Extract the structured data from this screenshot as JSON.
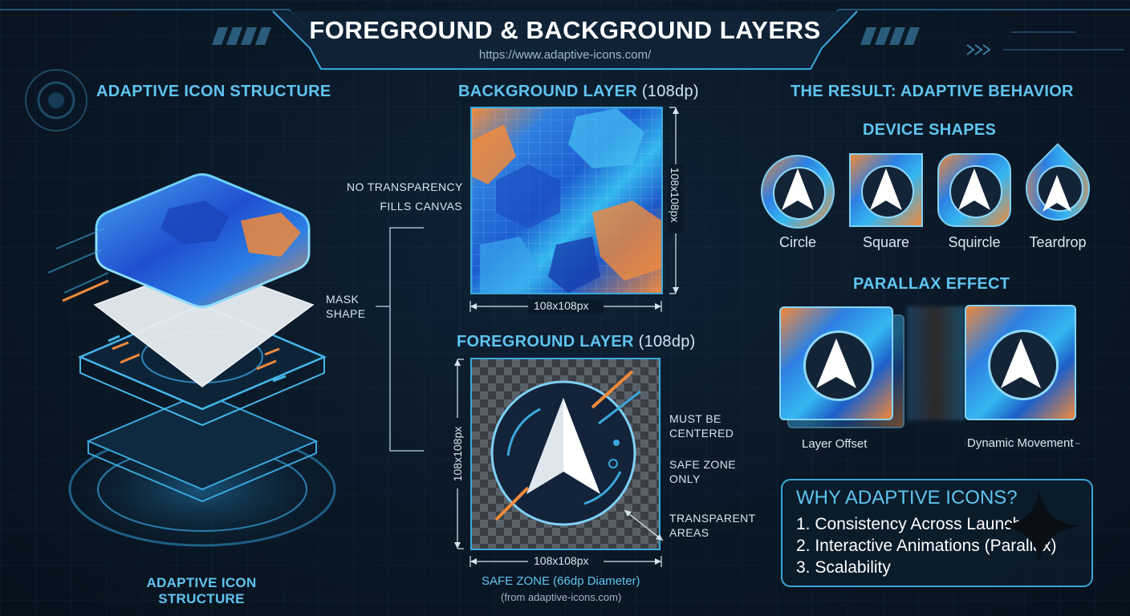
{
  "header": {
    "title": "FOREGROUND & BACKGROUND LAYERS",
    "url": "https://www.adaptive-icons.com/"
  },
  "left_panel": {
    "heading": "ADAPTIVE ICON STRUCTURE",
    "caption_line1": "ADAPTIVE ICON",
    "caption_line2": "STRUCTURE"
  },
  "middle_panel": {
    "background_layer": {
      "heading": "BACKGROUND LAYER",
      "heading_suffix": "(108dp)",
      "note_line1": "NO TRANSPARENCY",
      "note_line2": "FILLS CANVAS",
      "width_dim": "108x108px",
      "height_dim": "108x108px"
    },
    "mask_label_line1": "MASK",
    "mask_label_line2": "SHAPE",
    "foreground_layer": {
      "heading": "FOREGROUND LAYER",
      "heading_suffix": "(108dp)",
      "note_centered_line1": "MUST BE",
      "note_centered_line2": "CENTERED",
      "note_safe_line1": "SAFE ZONE",
      "note_safe_line2": "ONLY",
      "note_transparent_line1": "TRANSPARENT",
      "note_transparent_line2": "AREAS",
      "width_dim": "108x108px",
      "height_dim": "108x108px",
      "caption": "SAFE ZONE (66dp Diameter)",
      "source": "(from adaptive-icons.com)"
    }
  },
  "right_panel": {
    "heading": "THE RESULT: ADAPTIVE BEHAVIOR",
    "device_shapes": {
      "heading": "DEVICE SHAPES",
      "items": [
        {
          "label": "Circle",
          "shape": "circle"
        },
        {
          "label": "Square",
          "shape": "square"
        },
        {
          "label": "Squircle",
          "shape": "squircle"
        },
        {
          "label": "Teardrop",
          "shape": "teardrop"
        }
      ]
    },
    "parallax": {
      "heading": "PARALLAX EFFECT",
      "layer_offset_label": "Layer Offset",
      "dynamic_movement_label": "Dynamic Movement"
    },
    "why": {
      "title": "WHY ADAPTIVE ICONS?",
      "items": [
        "1. Consistency Across Launchers",
        "2. Interactive Animations (Parallax)",
        "3. Scalability"
      ]
    }
  },
  "colors": {
    "accent": "#5fc4f0",
    "background": "#0a1826",
    "orange": "#f08a3c",
    "blue": "#2f7fe0"
  }
}
